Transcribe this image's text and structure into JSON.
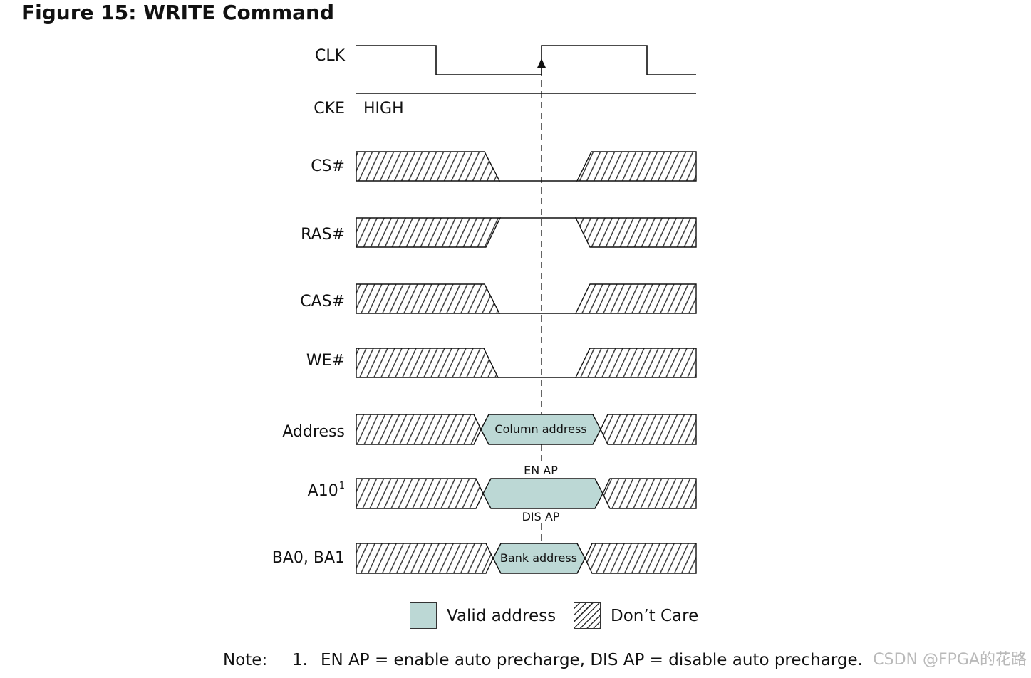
{
  "figure": {
    "title": "Figure 15: WRITE Command"
  },
  "signals": [
    {
      "id": "clk",
      "label": "CLK"
    },
    {
      "id": "cke",
      "label": "CKE"
    },
    {
      "id": "cs",
      "label": "CS#"
    },
    {
      "id": "ras",
      "label": "RAS#"
    },
    {
      "id": "cas",
      "label": "CAS#"
    },
    {
      "id": "we",
      "label": "WE#"
    },
    {
      "id": "address",
      "label": "Address"
    },
    {
      "id": "a10",
      "label": "A10",
      "superscript": "1"
    },
    {
      "id": "ba",
      "label": "BA0, BA1"
    }
  ],
  "annotations": {
    "cke_level": "HIGH",
    "column_address": "Column address",
    "en_ap": "EN AP",
    "dis_ap": "DIS AP",
    "bank_address": "Bank address"
  },
  "legend": {
    "valid_address": "Valid address",
    "dont_care": "Don’t Care"
  },
  "note": {
    "heading": "Note:",
    "number": "1.",
    "text": "EN AP = enable auto precharge, DIS AP = disable auto precharge."
  },
  "colors": {
    "valid_fill": "#bcd8d5",
    "line": "#111111",
    "hatch": "#333333"
  },
  "watermark": "CSDN @FPGA的花路"
}
